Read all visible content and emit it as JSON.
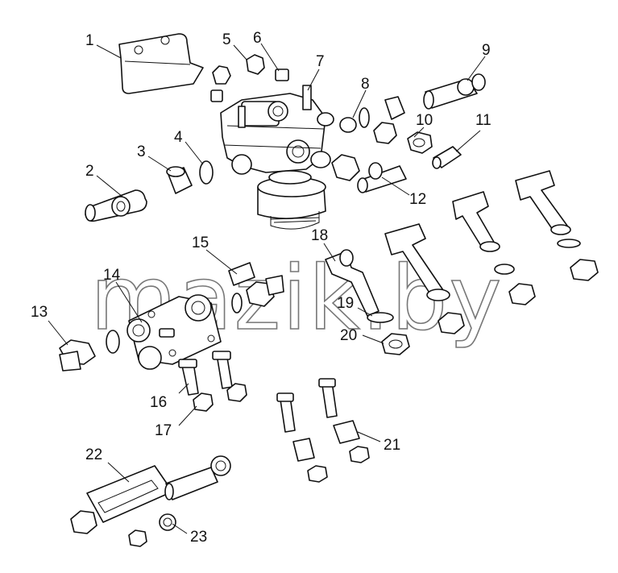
{
  "watermark": "mazik.by",
  "parts": [
    {
      "number": "1"
    },
    {
      "number": "2"
    },
    {
      "number": "3"
    },
    {
      "number": "4"
    },
    {
      "number": "5"
    },
    {
      "number": "6"
    },
    {
      "number": "7"
    },
    {
      "number": "8"
    },
    {
      "number": "9"
    },
    {
      "number": "10"
    },
    {
      "number": "11"
    },
    {
      "number": "12"
    },
    {
      "number": "13"
    },
    {
      "number": "14"
    },
    {
      "number": "15"
    },
    {
      "number": "16"
    },
    {
      "number": "17"
    },
    {
      "number": "18"
    },
    {
      "number": "19"
    },
    {
      "number": "20"
    },
    {
      "number": "21"
    },
    {
      "number": "22"
    },
    {
      "number": "23"
    }
  ]
}
